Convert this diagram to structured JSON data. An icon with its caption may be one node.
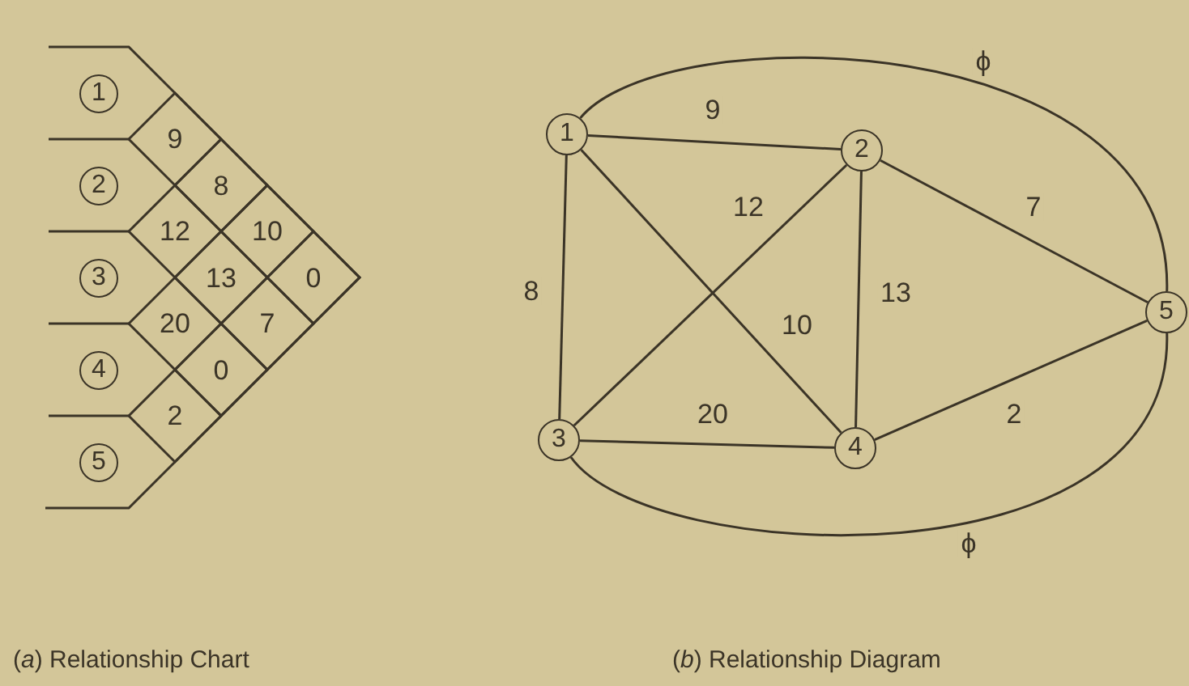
{
  "diagram": {
    "nodes": [
      {
        "text": [
          "1"
        ]
      },
      {
        "text": [
          "2"
        ]
      },
      {
        "text": [
          "3"
        ]
      },
      {
        "text": [
          "4"
        ]
      },
      {
        "text": [
          "5"
        ]
      }
    ],
    "edges": [
      {
        "from": 0,
        "to": 1,
        "arrow": "none",
        "label": "9"
      },
      {
        "from": 0,
        "to": 2,
        "arrow": "none",
        "label": "8"
      },
      {
        "from": 0,
        "to": 3,
        "arrow": "none",
        "label": "10"
      },
      {
        "from": 1,
        "to": 2,
        "arrow": "none",
        "label": "12"
      },
      {
        "from": 1,
        "to": 3,
        "arrow": "none",
        "label": "13"
      },
      {
        "from": 1,
        "to": 4,
        "arrow": "none",
        "label": "7"
      },
      {
        "from": 2,
        "to": 3,
        "arrow": "none",
        "label": "20"
      },
      {
        "from": 3,
        "to": 4,
        "arrow": "none",
        "label": "2"
      },
      {
        "from": 0,
        "to": 4,
        "arrow": "none",
        "label": "ϕ"
      },
      {
        "from": 2,
        "to": 4,
        "arrow": "none",
        "label": "ϕ"
      }
    ],
    "labels": [
      "1",
      "9",
      "2",
      "8",
      "12",
      "10",
      "3",
      "13",
      "0",
      "20",
      "7",
      "4",
      "0",
      "2",
      "5",
      "(*a*) Relationship Chart",
      "(*b*) Relationship Diagram"
    ]
  }
}
